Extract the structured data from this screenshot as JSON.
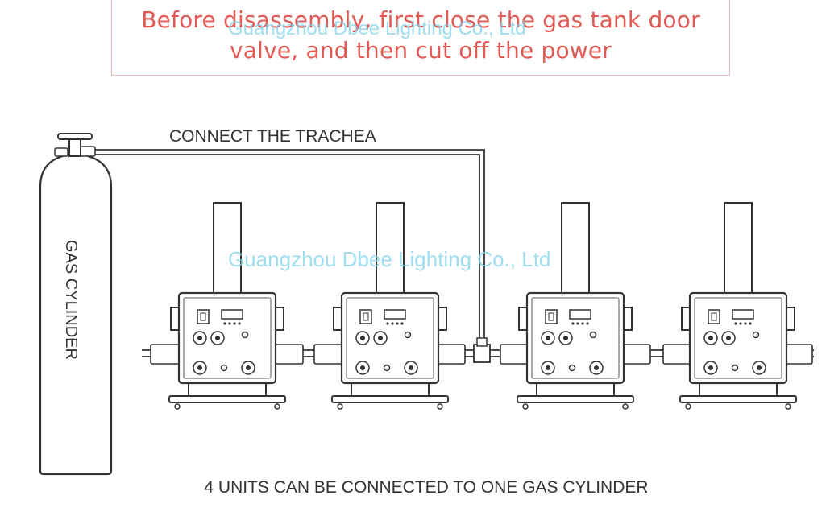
{
  "banner": {
    "line1": "Before disassembly, first close the gas tank door",
    "line2": "valve, and then cut off the power"
  },
  "labels": {
    "trachea": "CONNECT THE TRACHEA",
    "cylinder": "GAS CYLINDER",
    "footer": "4 UNITS CAN BE CONNECTED TO ONE GAS CYLINDER"
  },
  "watermark": "Guangzhou Dbee Lighting Co., Ltd",
  "colors": {
    "banner_text": "#e25a55",
    "banner_border": "#eab9b9",
    "line": "#333333",
    "watermark": "#7fd3ea"
  },
  "units": [
    {
      "id": "unit-1"
    },
    {
      "id": "unit-2"
    },
    {
      "id": "unit-3"
    },
    {
      "id": "unit-4"
    }
  ]
}
